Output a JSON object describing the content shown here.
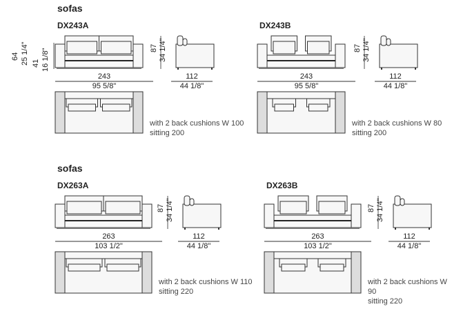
{
  "sections": [
    {
      "title": "sofas"
    },
    {
      "title": "sofas"
    }
  ],
  "left_dims": {
    "seat_height_cm": "64",
    "seat_height_in": "25 1/4\"",
    "arm_height_cm": "41",
    "arm_height_in": "16 1/8\""
  },
  "models": [
    {
      "code": "DX243A",
      "width_cm": "243",
      "width_in": "95 5/8\"",
      "height_cm": "87",
      "height_in": "34 1/4\"",
      "depth_cm": "112",
      "depth_in": "44 1/8\"",
      "caption1": "with 2 back cushions W 100",
      "caption2": "sitting 200"
    },
    {
      "code": "DX243B",
      "width_cm": "243",
      "width_in": "95 5/8\"",
      "height_cm": "87",
      "height_in": "34 1/4\"",
      "depth_cm": "112",
      "depth_in": "44 1/8\"",
      "caption1": "with 2 back cushions W 80",
      "caption2": "sitting 200"
    },
    {
      "code": "DX263A",
      "width_cm": "263",
      "width_in": "103 1/2\"",
      "height_cm": "87",
      "height_in": "34 1/4\"",
      "depth_cm": "112",
      "depth_in": "44 1/8\"",
      "caption1": "with 2 back cushions W 110",
      "caption2": "sitting 220"
    },
    {
      "code": "DX263B",
      "width_cm": "263",
      "width_in": "103 1/2\"",
      "height_cm": "87",
      "height_in": "34 1/4\"",
      "depth_cm": "112",
      "depth_in": "44 1/8\"",
      "caption1": "with 2 back cushions W 90",
      "caption2": "sitting 220"
    }
  ]
}
